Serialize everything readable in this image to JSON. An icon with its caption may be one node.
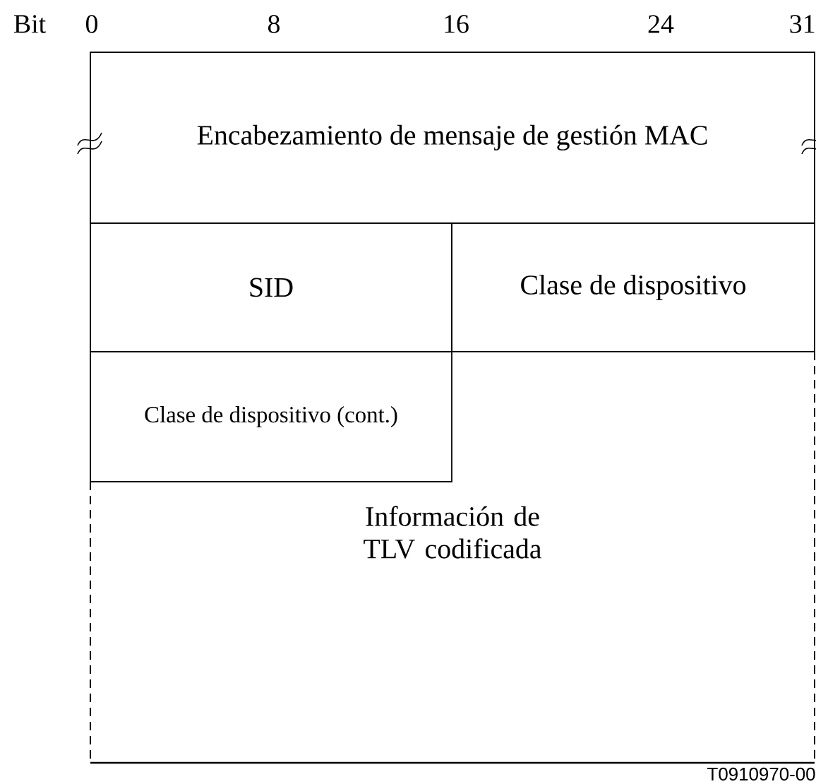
{
  "diagram": {
    "nodes": [
      {
        "text": [
          "Encabezamiento de mensaje de gestión MAC"
        ]
      },
      {
        "text": [
          "SID"
        ]
      },
      {
        "text": [
          "Clase de dispositivo"
        ]
      },
      {
        "text": [
          "Clase de dispositivo (cont.)"
        ]
      },
      {
        "text": [
          "Información de TLV codificada"
        ]
      }
    ],
    "labels": [
      "Bit",
      "0",
      "8",
      "16",
      "24",
      "31",
      "T0910970-00"
    ]
  }
}
